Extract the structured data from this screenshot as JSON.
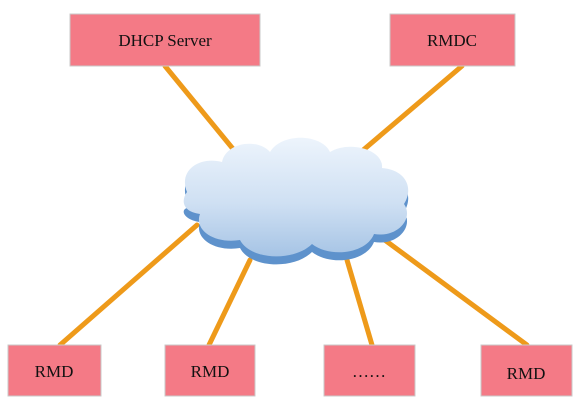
{
  "nodes": {
    "dhcp_server": "DHCP Server",
    "rmdc": "RMDC",
    "rmd_1": "RMD",
    "rmd_2": "RMD",
    "ellipsis": "……",
    "rmd_3": "RMD"
  },
  "cloud": {
    "icon": "network-cloud-icon"
  },
  "colors": {
    "node_fill": "#F47A86",
    "node_border": "#C9C9C9",
    "link": "#EE9A1A",
    "cloud_top": "#E7F1FB",
    "cloud_bottom": "#A9C7E6",
    "cloud_rim": "#5A8FCB"
  }
}
